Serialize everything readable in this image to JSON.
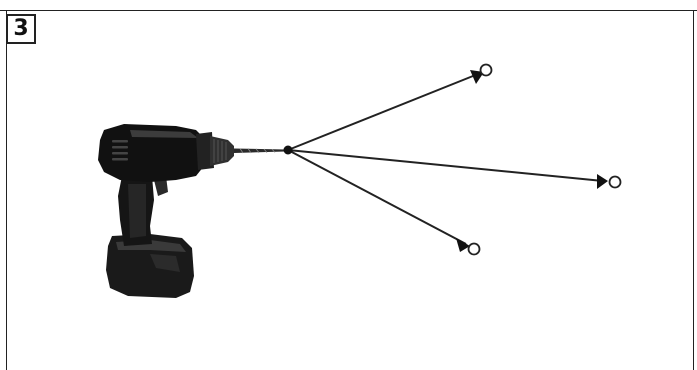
{
  "step": {
    "number": "3"
  },
  "illustration": {
    "device": "cordless-drill",
    "pivot_point": "drill-bit-tip",
    "directions": [
      "up-right",
      "right",
      "down-right"
    ],
    "line_color": "#222222",
    "body_color": "#1a1a1a"
  }
}
